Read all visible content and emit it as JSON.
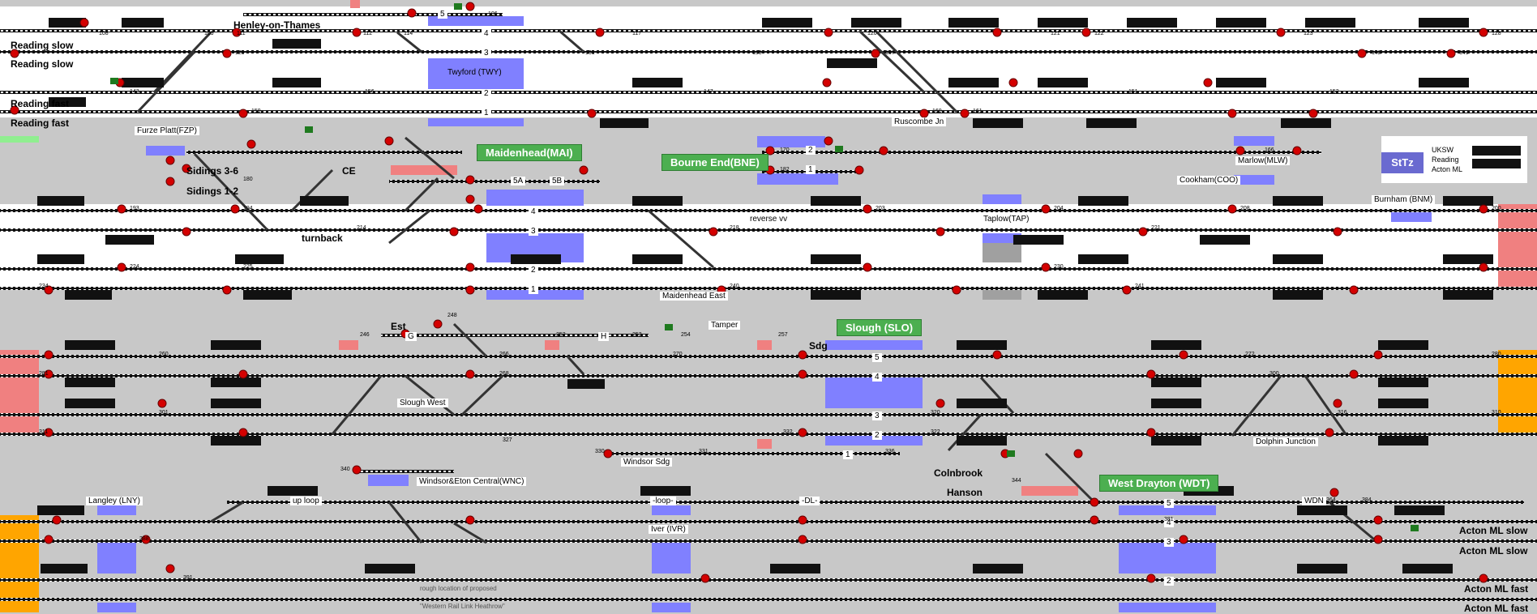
{
  "window": {
    "title": "SimSig - Reading to Acton signalling panel"
  },
  "colors": {
    "background": "#c8c8c8",
    "track": "#111111",
    "sleeper": "#ffffff",
    "platform": "#8080ff",
    "station": "#4caf50",
    "alert_red": "#f08080",
    "alert_orange": "#ffa500",
    "signal_red": "#d40000",
    "berth": "#111111"
  },
  "line_ends": {
    "reading_slow_1": "Reading slow",
    "reading_slow_2": "Reading slow",
    "reading_fast_1": "Reading fast",
    "reading_fast_2": "Reading fast",
    "acton_slow_1": "Acton ML slow",
    "acton_slow_2": "Acton ML slow",
    "acton_fast_1": "Acton ML fast",
    "acton_fast_2": "Acton ML fast"
  },
  "stations": {
    "maidenhead": "Maidenhead(MAI)",
    "bourne_end": "Bourne End(BNE)",
    "slough": "Slough (SLO)",
    "west_drayton": "West Drayton (WDT)"
  },
  "places": {
    "henley": "Henley-on-Thames",
    "twyford": "Twyford (TWY)",
    "furze_platt": "Furze Platt(FZP)",
    "sidings_36": "Sidings 3-6",
    "sidings_12": "Sidings 1-2",
    "ce": "CE",
    "turnback": "turnback",
    "ruscombe": "Ruscombe Jn",
    "marlow": "Marlow(MLW)",
    "cookham": "Cookham(COO)",
    "burnham": "Burnham (BNM)",
    "taplow": "Taplow(TAP)",
    "reverse": "reverse vv",
    "maidenhead_east": "Maidenhead East",
    "est": "Est",
    "tamper": "Tamper",
    "sdg": "Sdg",
    "slough_west": "Slough West",
    "dolphin": "Dolphin Junction",
    "windsor_sdg": "Windsor Sdg",
    "windsor_central": "Windsor&Eton Central(WNC)",
    "colnbrook": "Colnbrook",
    "hanson": "Hanson",
    "langley": "Langley (LNY)",
    "up_loop": "up loop",
    "iver": "Iver (IVR)",
    "wdn": "WDN",
    "loop": "-loop-",
    "dl": "-DL-",
    "proposed_1": "rough location of proposed",
    "proposed_2": "\"Western Rail Link Heathrow\""
  },
  "platforms": {
    "twy_5": "5",
    "twy_4": "4",
    "twy_3": "3",
    "twy_2": "2",
    "twy_1": "1",
    "mai_5a": "5A",
    "mai_5b": "5B",
    "mai_4": "4",
    "mai_3": "3",
    "mai_2": "2",
    "mai_1": "1",
    "bne_2": "2",
    "bne_1": "1",
    "slo_g": "G",
    "slo_h": "H",
    "slo_5": "5",
    "slo_4": "4",
    "slo_3": "3",
    "slo_2": "2",
    "slo_1": "1",
    "wdt_5": "5",
    "wdt_4": "4",
    "wdt_3": "3",
    "wdt_2": "2"
  },
  "signals": {
    "s106": "106",
    "s108": "108",
    "s109": "109",
    "s111": "111",
    "s112": "112",
    "s114": "114",
    "s117": "117",
    "s120": "120",
    "s121": "121",
    "s122": "122",
    "s123": "123",
    "s128": "128",
    "s129": "129",
    "s131": "131",
    "s135": "135",
    "s137": "137",
    "s141": "141",
    "s142": "142",
    "s143": "143",
    "s147": "147",
    "s151": "151",
    "s152": "152",
    "s156": "156",
    "s159": "159",
    "s160": "160",
    "s161": "161",
    "s166": "166",
    "s170": "170",
    "s180": "180",
    "s182": "182",
    "s193": "193",
    "s194": "194",
    "s200": "200",
    "s203": "203",
    "s204": "204",
    "s208": "208",
    "s214": "214",
    "s218": "218",
    "s221": "221",
    "s224": "224",
    "s225": "225",
    "s230": "230",
    "s234": "234",
    "s240": "240",
    "s241": "241",
    "s246": "246",
    "s248": "248",
    "s252": "252",
    "s253": "253",
    "s254": "254",
    "s257": "257",
    "s260": "260",
    "s266": "266",
    "s268": "268",
    "s270": "270",
    "s272": "272",
    "s280": "280",
    "s281": "281",
    "s300": "300",
    "s301": "301",
    "s310": "310",
    "s311": "311",
    "s316": "316",
    "s320": "320",
    "s322": "322",
    "s327": "327",
    "s330": "330",
    "s331": "331",
    "s332": "332",
    "s336": "336",
    "s340": "340",
    "s344": "344",
    "s364": "364",
    "s381": "381",
    "s384": "384",
    "s388": "388",
    "s391": "391"
  },
  "legend": {
    "box": "StTz",
    "line1": "UKSW",
    "line2": "Reading",
    "line3": "Acton ML"
  }
}
